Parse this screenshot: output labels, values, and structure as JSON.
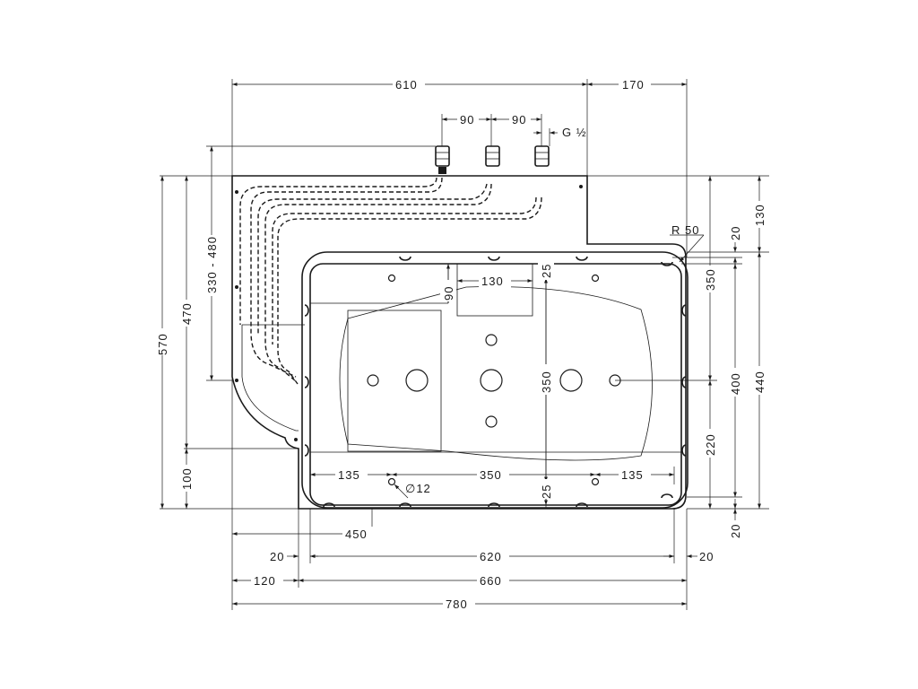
{
  "dimensions": {
    "overall_width_top": "610",
    "right_ext_top": "170",
    "pipe_spacing_1": "90",
    "pipe_spacing_2": "90",
    "thread": "G ½",
    "radius": "R 50",
    "height_330_480": "330 - 480",
    "height_470": "470",
    "height_570": "570",
    "height_100": "100",
    "right_130": "130",
    "right_20_top": "20",
    "right_350": "350",
    "right_440": "440",
    "right_400": "400",
    "right_220": "220",
    "right_20_bottom": "20",
    "inner_90": "90",
    "inner_130": "130",
    "inner_25_top": "25",
    "inner_350_v": "350",
    "inner_135_left": "135",
    "inner_350_h": "350",
    "inner_135_right": "135",
    "inner_25_bottom": "25",
    "diameter": "∅12",
    "bottom_450": "450",
    "bottom_20_left": "20",
    "bottom_620": "620",
    "bottom_20_right": "20",
    "bottom_120": "120",
    "bottom_660": "660",
    "bottom_780": "780"
  }
}
